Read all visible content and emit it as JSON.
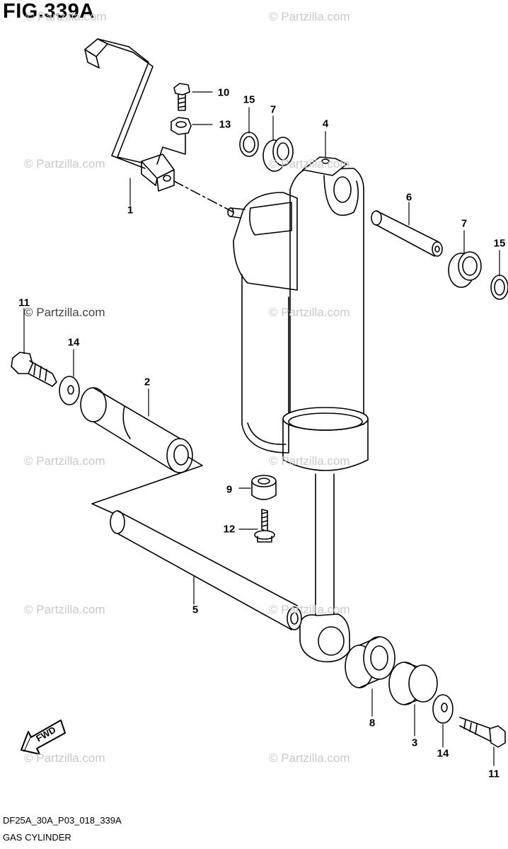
{
  "figure": {
    "title": "FIG.339A",
    "code": "DF25A_30A_P03_018_339A",
    "name": "GAS CYLINDER"
  },
  "watermark": "© Partzilla.com",
  "callouts": [
    {
      "number": "1",
      "part": "bracket"
    },
    {
      "number": "2",
      "part": "collar-large"
    },
    {
      "number": "3",
      "part": "collar"
    },
    {
      "number": "4",
      "part": "gas-cylinder"
    },
    {
      "number": "5",
      "part": "shaft-long"
    },
    {
      "number": "6",
      "part": "pin"
    },
    {
      "number": "7",
      "part": "bushing-upper-left"
    },
    {
      "number": "7",
      "part": "bushing-upper-right"
    },
    {
      "number": "8",
      "part": "bushing-lower"
    },
    {
      "number": "9",
      "part": "collar-small"
    },
    {
      "number": "10",
      "part": "bolt-small"
    },
    {
      "number": "11",
      "part": "bolt-left"
    },
    {
      "number": "11",
      "part": "bolt-right"
    },
    {
      "number": "12",
      "part": "bolt-flange"
    },
    {
      "number": "13",
      "part": "nut"
    },
    {
      "number": "14",
      "part": "washer-left"
    },
    {
      "number": "14",
      "part": "washer-right"
    },
    {
      "number": "15",
      "part": "ring-left"
    },
    {
      "number": "15",
      "part": "ring-right"
    }
  ],
  "direction_label": "FWD"
}
